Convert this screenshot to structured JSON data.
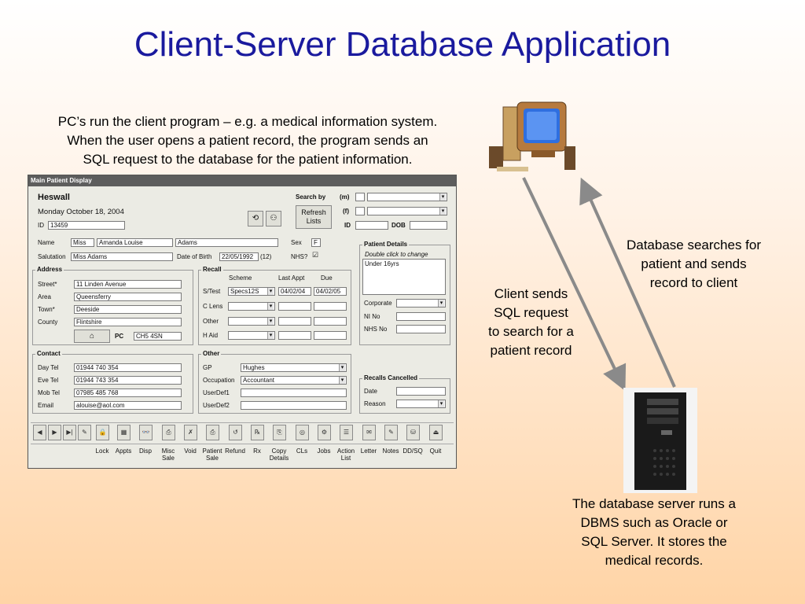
{
  "slide": {
    "title": "Client-Server Database Application",
    "intro_lines": [
      "PC’s run the client program – e.g. a medical information system.",
      "When the user opens a patient record, the program sends an",
      "SQL request to the database for the patient information."
    ],
    "db_search_lines": [
      "Database searches for",
      "patient and sends",
      "record to client"
    ],
    "client_sends_lines": [
      "Client sends",
      "SQL request",
      "to search for a",
      "patient record"
    ],
    "server_lines": [
      "The database server runs a",
      "DBMS such as Oracle or",
      "SQL Server.  It stores the",
      "medical records."
    ],
    "colors": {
      "title": "#1a1a9e",
      "arrow": "#8a8a8a"
    }
  },
  "app": {
    "window_title": "Main Patient Display",
    "site": "Heswall",
    "date": "Monday October 18, 2004",
    "id_label": "ID",
    "id_value": "13459",
    "search_by_label": "Search by",
    "m_label": "(m)",
    "f_label": "(f)",
    "refresh_label_1": "Refresh",
    "refresh_label_2": "Lists",
    "search_id_label": "ID",
    "dob_label": "DOB",
    "name_label": "Name",
    "title_value": "Miss",
    "first_name": "Amanda Louise",
    "surname": "Adams",
    "sex_label": "Sex",
    "sex_value": "F",
    "salutation_label": "Salutation",
    "salutation_value": "Miss Adams",
    "dob_field_label": "Date of Birth",
    "dob_value": "22/05/1992",
    "age_value": "(12)",
    "nhs_label": "NHS?",
    "nhs_check": "☑",
    "address": {
      "title": "Address",
      "street_label": "Street*",
      "street": "11 Linden Avenue",
      "area_label": "Area",
      "area": "Queensferry",
      "town_label": "Town*",
      "town": "Deeside",
      "county_label": "County",
      "county": "Flintshire",
      "pc_label": "PC",
      "postcode": "CH5 4SN"
    },
    "recall": {
      "title": "Recall",
      "scheme_col": "Scheme",
      "last_col": "Last Appt",
      "due_col": "Due",
      "stest_label": "S/Test",
      "stest_scheme": "Specs12S",
      "stest_last": "04/02/04",
      "stest_due": "04/02/05",
      "clens_label": "C Lens",
      "other_label": "Other",
      "haid_label": "H Aid"
    },
    "patient_details": {
      "title": "Patient Details",
      "hint": "Double click to change",
      "note": "Under 16yrs",
      "corporate_label": "Corporate",
      "nino_label": "NI No",
      "nhsno_label": "NHS No"
    },
    "contact": {
      "title": "Contact",
      "daytel_label": "Day Tel",
      "daytel": "01944 740 354",
      "evetel_label": "Eve Tel",
      "evetel": "01944 743 354",
      "mobtel_label": "Mob Tel",
      "mobtel": "07985 485 768",
      "email_label": "Email",
      "email": "alouise@aol.com"
    },
    "other": {
      "title": "Other",
      "gp_label": "GP",
      "gp_value": "Hughes",
      "occ_label": "Occupation",
      "occ_value": "Accountant",
      "ud1_label": "UserDef1",
      "ud2_label": "UserDef2"
    },
    "recalls_cancelled": {
      "title": "Recalls Cancelled",
      "date_label": "Date",
      "reason_label": "Reason"
    },
    "toolbar": [
      {
        "icon": "◀",
        "label": ""
      },
      {
        "icon": "▶",
        "label": ""
      },
      {
        "icon": "▶|",
        "label": ""
      },
      {
        "icon": "✎",
        "label": ""
      },
      {
        "icon": "🔒",
        "label": "Lock"
      },
      {
        "icon": "▦",
        "label": "Appts"
      },
      {
        "icon": "👓",
        "label": "Disp"
      },
      {
        "icon": "⎙",
        "label": "Misc Sale"
      },
      {
        "icon": "✗",
        "label": "Void"
      },
      {
        "icon": "⎙",
        "label": "Patient Sale"
      },
      {
        "icon": "↺",
        "label": "Refund"
      },
      {
        "icon": "℞",
        "label": "Rx"
      },
      {
        "icon": "⎘",
        "label": "Copy Details"
      },
      {
        "icon": "◎",
        "label": "CLs"
      },
      {
        "icon": "⚙",
        "label": "Jobs"
      },
      {
        "icon": "☰",
        "label": "Action List"
      },
      {
        "icon": "✉",
        "label": "Letter"
      },
      {
        "icon": "✎",
        "label": "Notes"
      },
      {
        "icon": "⛁",
        "label": "DD/SQ"
      },
      {
        "icon": "⏏",
        "label": "Quit"
      }
    ]
  }
}
